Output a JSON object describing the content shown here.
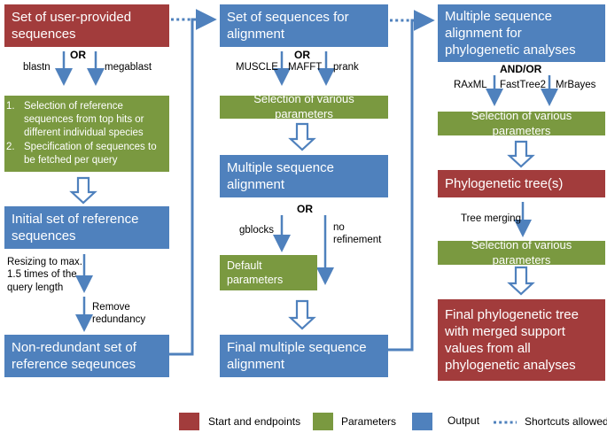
{
  "colors": {
    "start_end": "#A23C3C",
    "parameters": "#7A9940",
    "output": "#4F81BD",
    "connector": "#4F81BD"
  },
  "flow": {
    "left": {
      "start_box": "Set of user-provided sequences",
      "or": "OR",
      "tool_left": "blastn",
      "tool_right": "megablast",
      "selection_steps": [
        {
          "num": "1.",
          "text": "Selection of reference sequences from top hits or different individual species"
        },
        {
          "num": "2.",
          "text": "Specification of sequences to be fetched per query"
        }
      ],
      "initial_box": "Initial set of reference sequences",
      "resizing_note": "Resizing to max. 1.5 times of the query length",
      "redundancy_note": "Remove redundancy",
      "nonredundant_box": "Non-redundant set of reference seqeunces"
    },
    "middle": {
      "input_box": "Set of sequences for alignment",
      "or": "OR",
      "tools": [
        "MUSCLE",
        "MAFFT",
        "prank"
      ],
      "params_box": "Selection of various parameters",
      "msa_box": "Multiple sequence alignment",
      "or2": "OR",
      "gblocks_label": "gblocks",
      "no_refinement_label": "no refinement",
      "default_box": "Default parameters",
      "final_box": "Final multiple sequence alignment"
    },
    "right": {
      "input_box": "Multiple sequence alignment for phylogenetic analyses",
      "andor": "AND/OR",
      "tools": [
        "RAxML",
        "FastTree2",
        "MrBayes"
      ],
      "params_box": "Selection of various parameters",
      "tree_box": "Phylogenetic tree(s)",
      "tree_merging_label": "Tree merging",
      "params_box2": "Selection of various parameters",
      "final_box": "Final phylogenetic tree with merged support values from all phylogenetic analyses"
    }
  },
  "legend": {
    "items": [
      {
        "label": "Start and endpoints",
        "color": "#A23C3C"
      },
      {
        "label": "Parameters",
        "color": "#7A9940"
      },
      {
        "label": "Output",
        "color": "#4F81BD"
      },
      {
        "label": "Shortcuts allowed",
        "color": "#4F81BD"
      }
    ]
  }
}
